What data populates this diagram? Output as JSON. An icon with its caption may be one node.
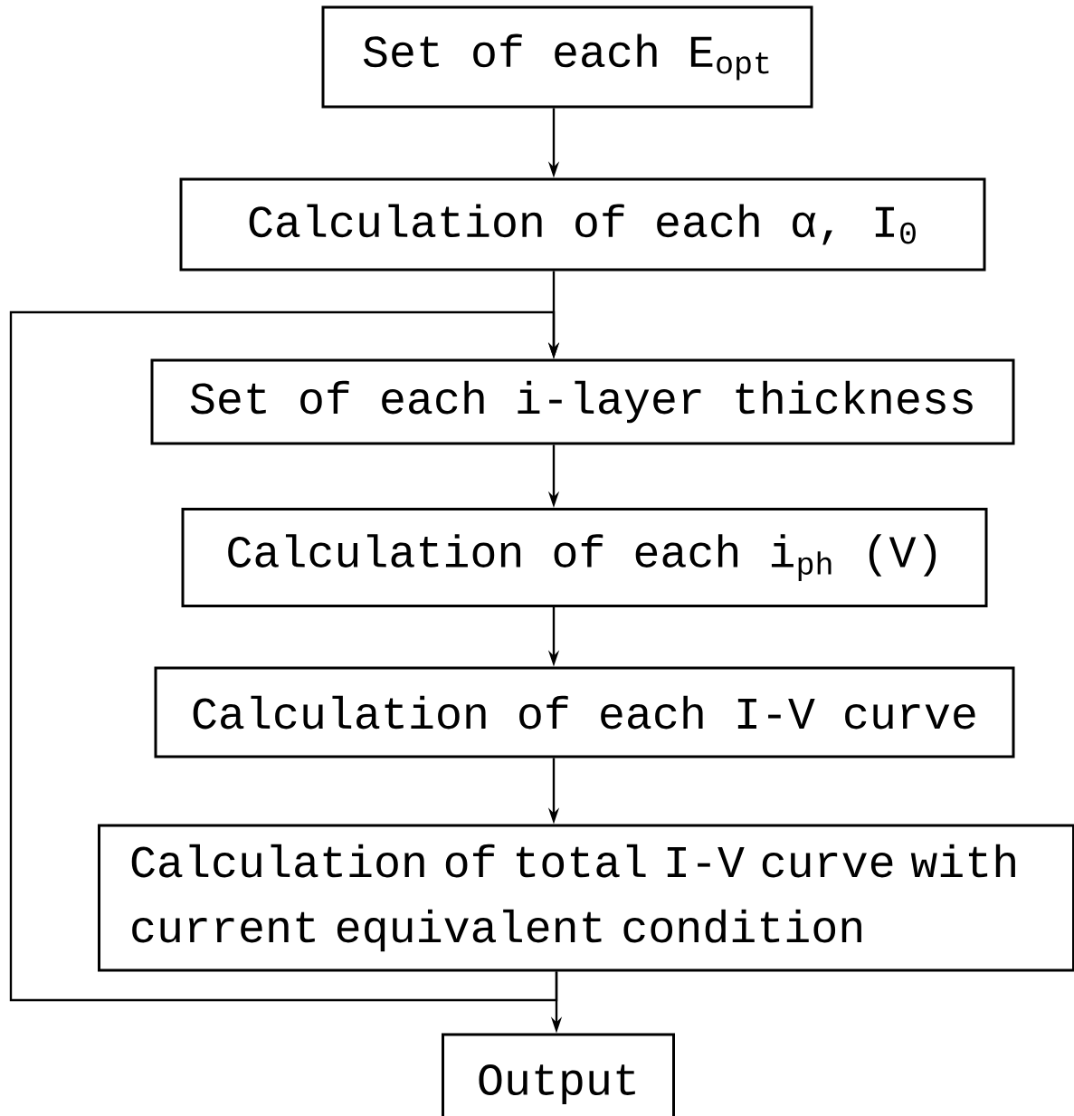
{
  "diagram": {
    "nodes": [
      {
        "text": [
          "Set of each E$_{opt}$"
        ]
      },
      {
        "text": [
          "Calculation of each α, I$_{0}$"
        ]
      },
      {
        "text": [
          "Set of each i-layer thickness"
        ]
      },
      {
        "text": [
          "Calculation of each i$_{ph}$ (V)"
        ]
      },
      {
        "text": [
          "Calculation of each I-V curve"
        ]
      },
      {
        "text": [
          "Calculation of total I-V curve with current equivalent condition"
        ]
      },
      {
        "text": [
          "Output"
        ]
      }
    ],
    "edges": [
      {
        "from": 0,
        "to": 1,
        "arrow": "to"
      },
      {
        "from": 1,
        "to": 2,
        "arrow": "to"
      },
      {
        "from": 2,
        "to": 3,
        "arrow": "to"
      },
      {
        "from": 3,
        "to": 4,
        "arrow": "to"
      },
      {
        "from": 4,
        "to": 5,
        "arrow": "to"
      },
      {
        "from": 5,
        "to": 6,
        "arrow": "to"
      },
      {
        "from": 5,
        "to": 2,
        "arrow": "to"
      }
    ]
  }
}
